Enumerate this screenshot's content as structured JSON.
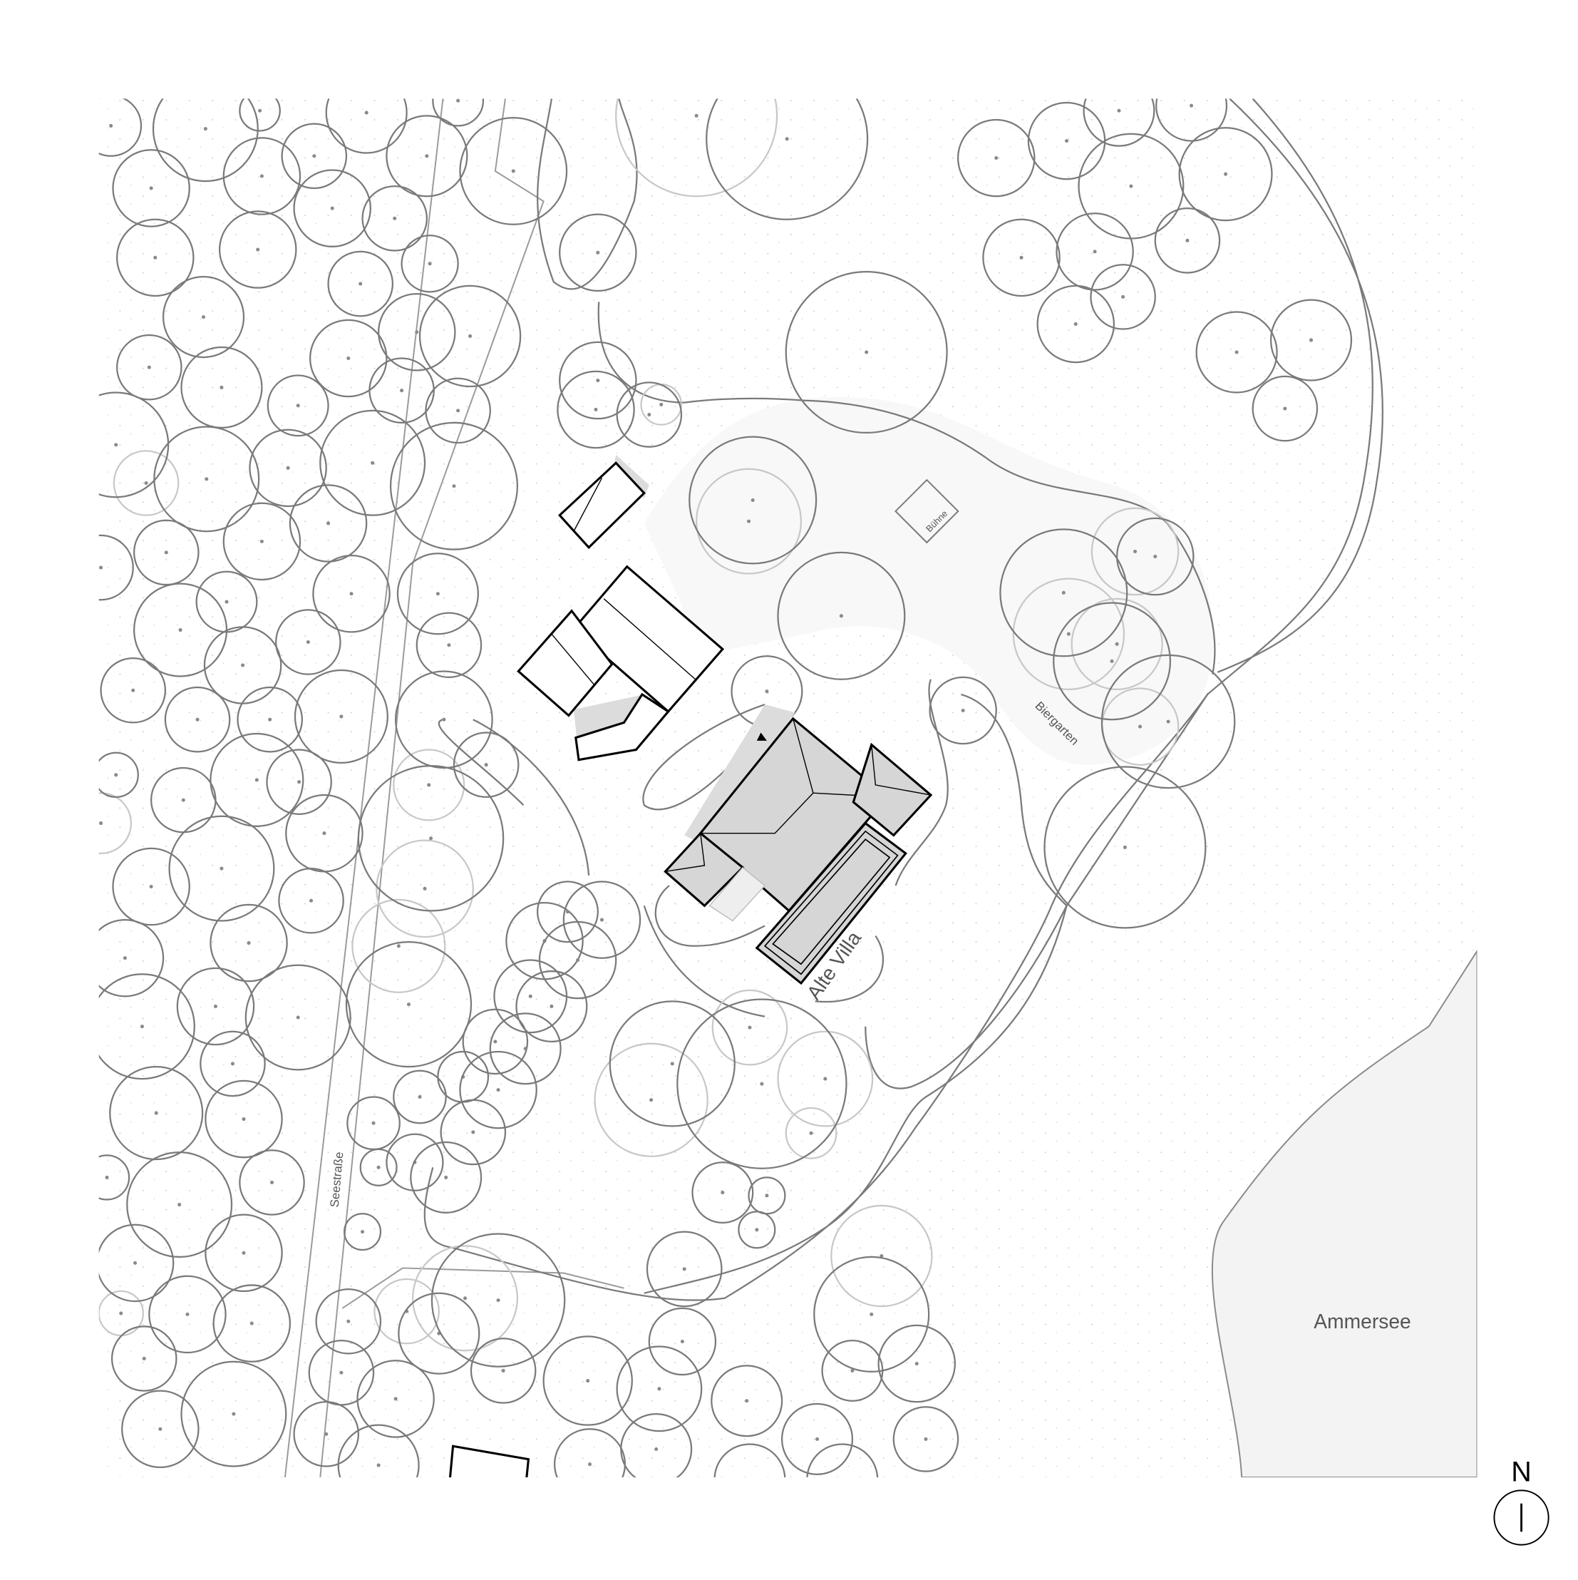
{
  "labels": {
    "street": "Seestraße",
    "stage": "Bühne",
    "beer_garden": "Biergarten",
    "villa": "Alte Villa",
    "lake": "Ammersee",
    "north": "N"
  },
  "colors": {
    "lake_fill": "#f3f3f3",
    "garden_fill": "#f8f8f8",
    "roof_fill": "#d6d6d6",
    "tree_stroke": "#7a7a7a"
  }
}
